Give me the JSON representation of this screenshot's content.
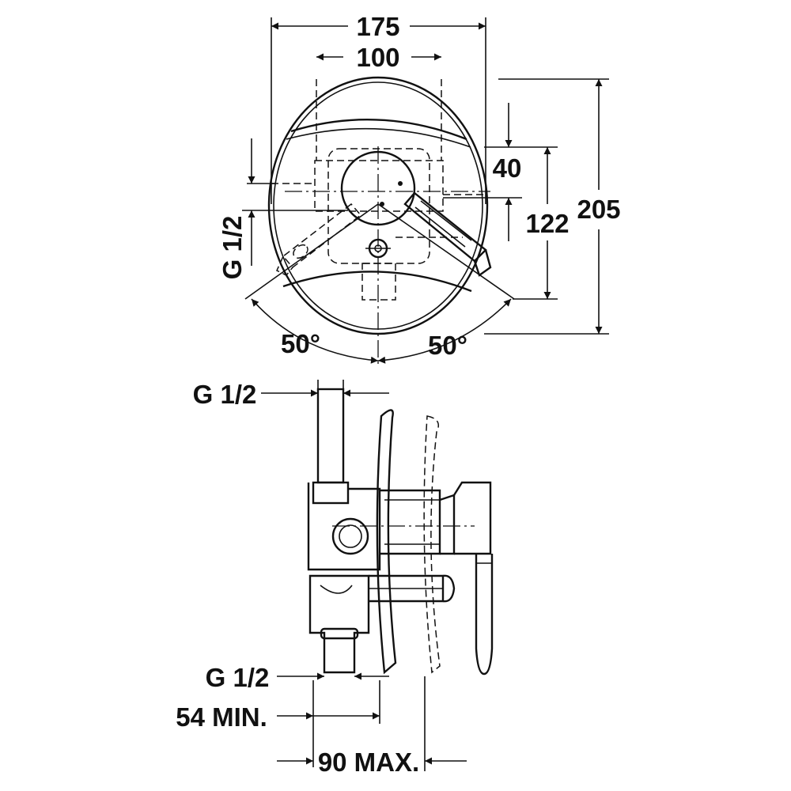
{
  "front_view": {
    "dim_width_outer": "175",
    "dim_width_inner": "100",
    "dim_top_offset": "40",
    "dim_axis_to_bottom": "122",
    "dim_height_total": "205",
    "dim_connection": "G 1/2",
    "angle_left": "50°",
    "angle_right": "50°"
  },
  "side_view": {
    "dim_connection_top": "G 1/2",
    "dim_connection_bottom": "G 1/2",
    "dim_min_depth": "54 MIN.",
    "dim_max_depth": "90 MAX."
  }
}
